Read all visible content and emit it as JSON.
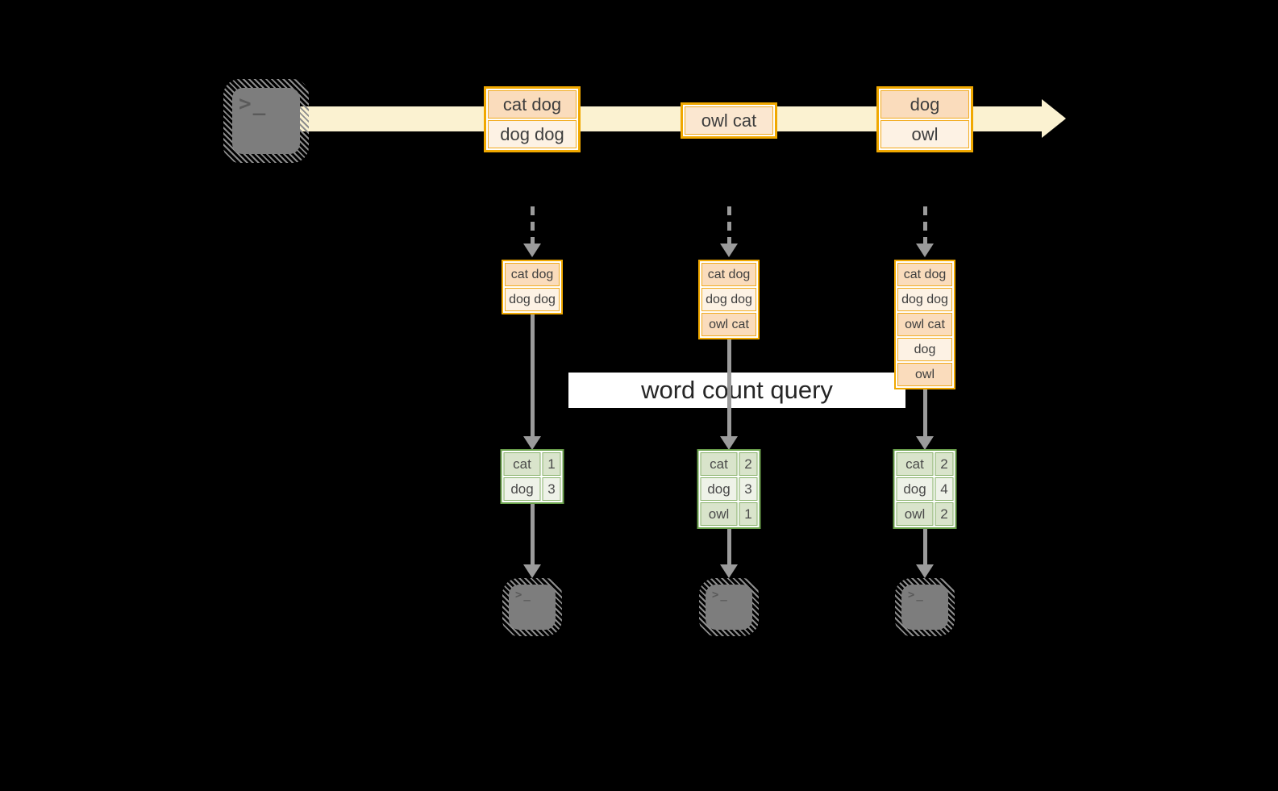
{
  "query_label": "word count query",
  "terminal_glyph": ">_",
  "stream": {
    "batches": [
      {
        "records": [
          "cat dog",
          "dog dog"
        ],
        "shades": [
          "dark",
          "light"
        ]
      },
      {
        "records": [
          "owl cat"
        ],
        "shades": [
          "mid"
        ]
      },
      {
        "records": [
          "dog",
          "owl"
        ],
        "shades": [
          "dark",
          "light"
        ]
      }
    ]
  },
  "columns": [
    {
      "state_records": [
        "cat dog",
        "dog dog"
      ],
      "counts": [
        {
          "word": "cat",
          "count": "1"
        },
        {
          "word": "dog",
          "count": "3"
        }
      ]
    },
    {
      "state_records": [
        "cat dog",
        "dog dog",
        "owl cat"
      ],
      "counts": [
        {
          "word": "cat",
          "count": "2"
        },
        {
          "word": "dog",
          "count": "3"
        },
        {
          "word": "owl",
          "count": "1"
        }
      ]
    },
    {
      "state_records": [
        "cat dog",
        "dog dog",
        "owl cat",
        "dog",
        "owl"
      ],
      "counts": [
        {
          "word": "cat",
          "count": "2"
        },
        {
          "word": "dog",
          "count": "4"
        },
        {
          "word": "owl",
          "count": "2"
        }
      ]
    }
  ],
  "colors": {
    "background": "#000000",
    "stream_band": "#fbf2d1",
    "record_border": "#f0a800",
    "record_dark": "#fadcbc",
    "record_light": "#fdf2e4",
    "record_mid": "#fbe7d0",
    "table_border": "#6ba24c",
    "table_row_dark": "#d9e4cb",
    "table_row_light": "#eef2e8",
    "arrow_gray": "#9b9b9b",
    "terminal_gray": "#7d7d7d",
    "query_bar_bg": "#ffffff",
    "text": "#3e3e3e"
  }
}
